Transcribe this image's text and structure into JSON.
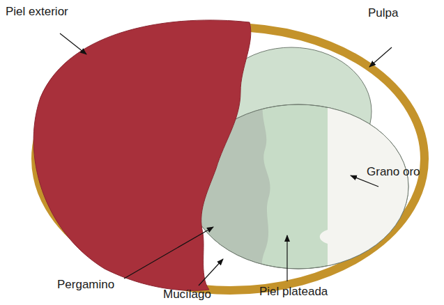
{
  "diagram": {
    "labels": [
      "Piel exterior",
      "Pulpa",
      "Grano oro",
      "Pergamino",
      "Mucílago",
      "Piel plateada"
    ]
  }
}
